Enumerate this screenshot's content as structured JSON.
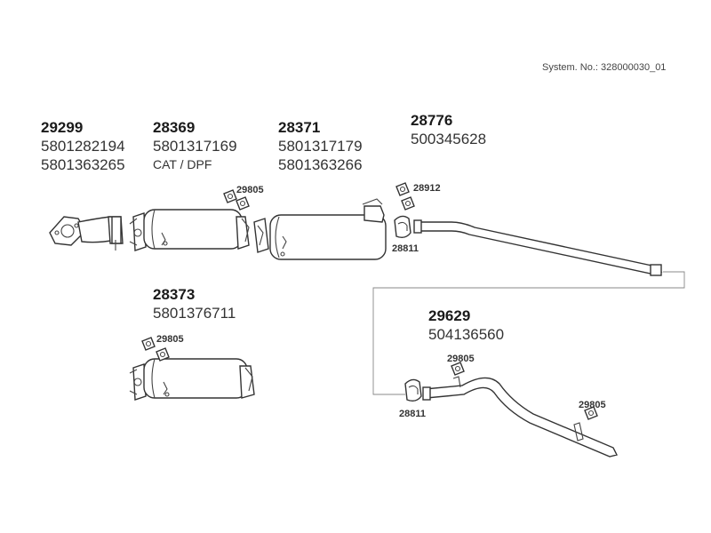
{
  "system_number": "System. No.: 328000030_01",
  "groups": [
    {
      "part": "29299",
      "refs": [
        "5801282194",
        "5801363265"
      ]
    },
    {
      "part": "28369",
      "refs": [
        "5801317169",
        "CAT / DPF"
      ]
    },
    {
      "part": "28371",
      "refs": [
        "5801317179",
        "5801363266"
      ]
    },
    {
      "part": "28776",
      "refs": [
        "500345628"
      ]
    },
    {
      "part": "28373",
      "refs": [
        "5801376711"
      ]
    },
    {
      "part": "29629",
      "refs": [
        "504136560"
      ]
    }
  ],
  "callouts": {
    "c1": "29805",
    "c2": "28912",
    "c3": "28811",
    "c4": "29805",
    "c5": "29805",
    "c6": "28811",
    "c7": "29805"
  }
}
